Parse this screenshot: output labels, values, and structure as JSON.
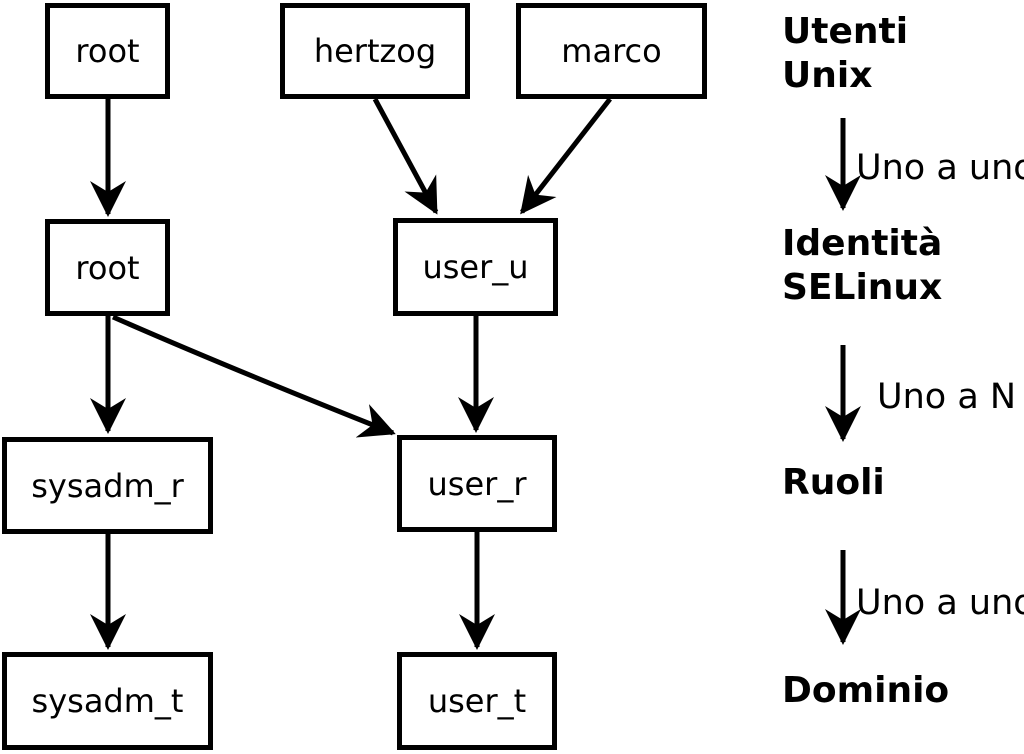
{
  "nodes": {
    "unix_root": "root",
    "hertzog": "hertzog",
    "marco": "marco",
    "selinux_root": "root",
    "user_u": "user_u",
    "sysadm_r": "sysadm_r",
    "user_r": "user_r",
    "sysadm_t": "sysadm_t",
    "user_t": "user_t"
  },
  "edges": [
    {
      "from": "root (utente Unix)",
      "to": "root (identità SELinux)"
    },
    {
      "from": "hertzog",
      "to": "user_u"
    },
    {
      "from": "marco",
      "to": "user_u"
    },
    {
      "from": "root (identità SELinux)",
      "to": "sysadm_r"
    },
    {
      "from": "root (identità SELinux)",
      "to": "user_r"
    },
    {
      "from": "user_u",
      "to": "user_r"
    },
    {
      "from": "sysadm_r",
      "to": "sysadm_t"
    },
    {
      "from": "user_r",
      "to": "user_t"
    }
  ],
  "legend": {
    "level1": "Utenti\nUnix",
    "relation1": "Uno a uno",
    "level2": "Identità\nSELinux",
    "relation2": "Uno a N",
    "level3": "Ruoli",
    "relation3": "Uno a uno",
    "level4": "Dominio"
  },
  "colors": {
    "foreground": "#000000",
    "background": "#ffffff"
  }
}
